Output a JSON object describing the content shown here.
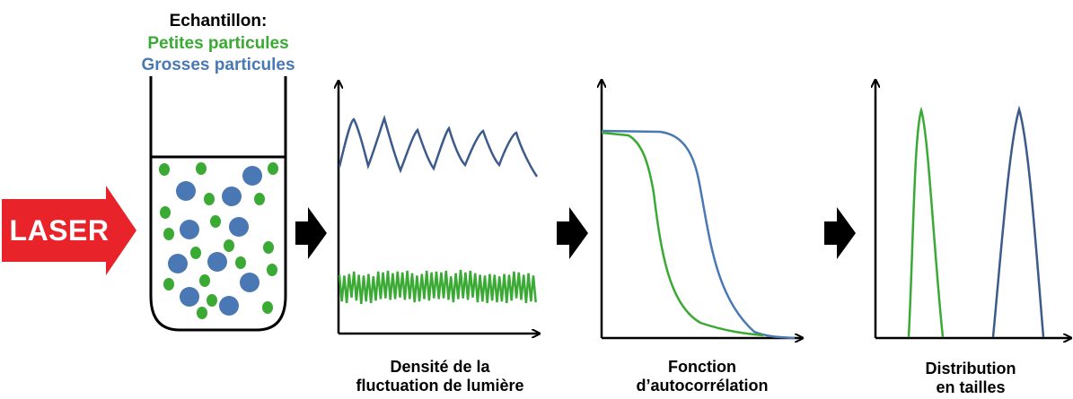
{
  "sample": {
    "title": "Echantillon:",
    "small_label": "Petites particules",
    "large_label": "Grosses particules"
  },
  "laser": {
    "label": "LASER"
  },
  "panels": {
    "fluctuation": {
      "line1": "Densité de la",
      "line2": "fluctuation de lumière"
    },
    "autocorrelation": {
      "line1": "Fonction",
      "line2": "d’autocorrélation"
    },
    "distribution": {
      "line1": "Distribution",
      "line2": "en tailles"
    }
  },
  "colors": {
    "green": "#3aaa35",
    "blue": "#4a78b5",
    "dark_blue": "#3c5a8a",
    "laser_red": "#e8232a",
    "black": "#000000"
  }
}
